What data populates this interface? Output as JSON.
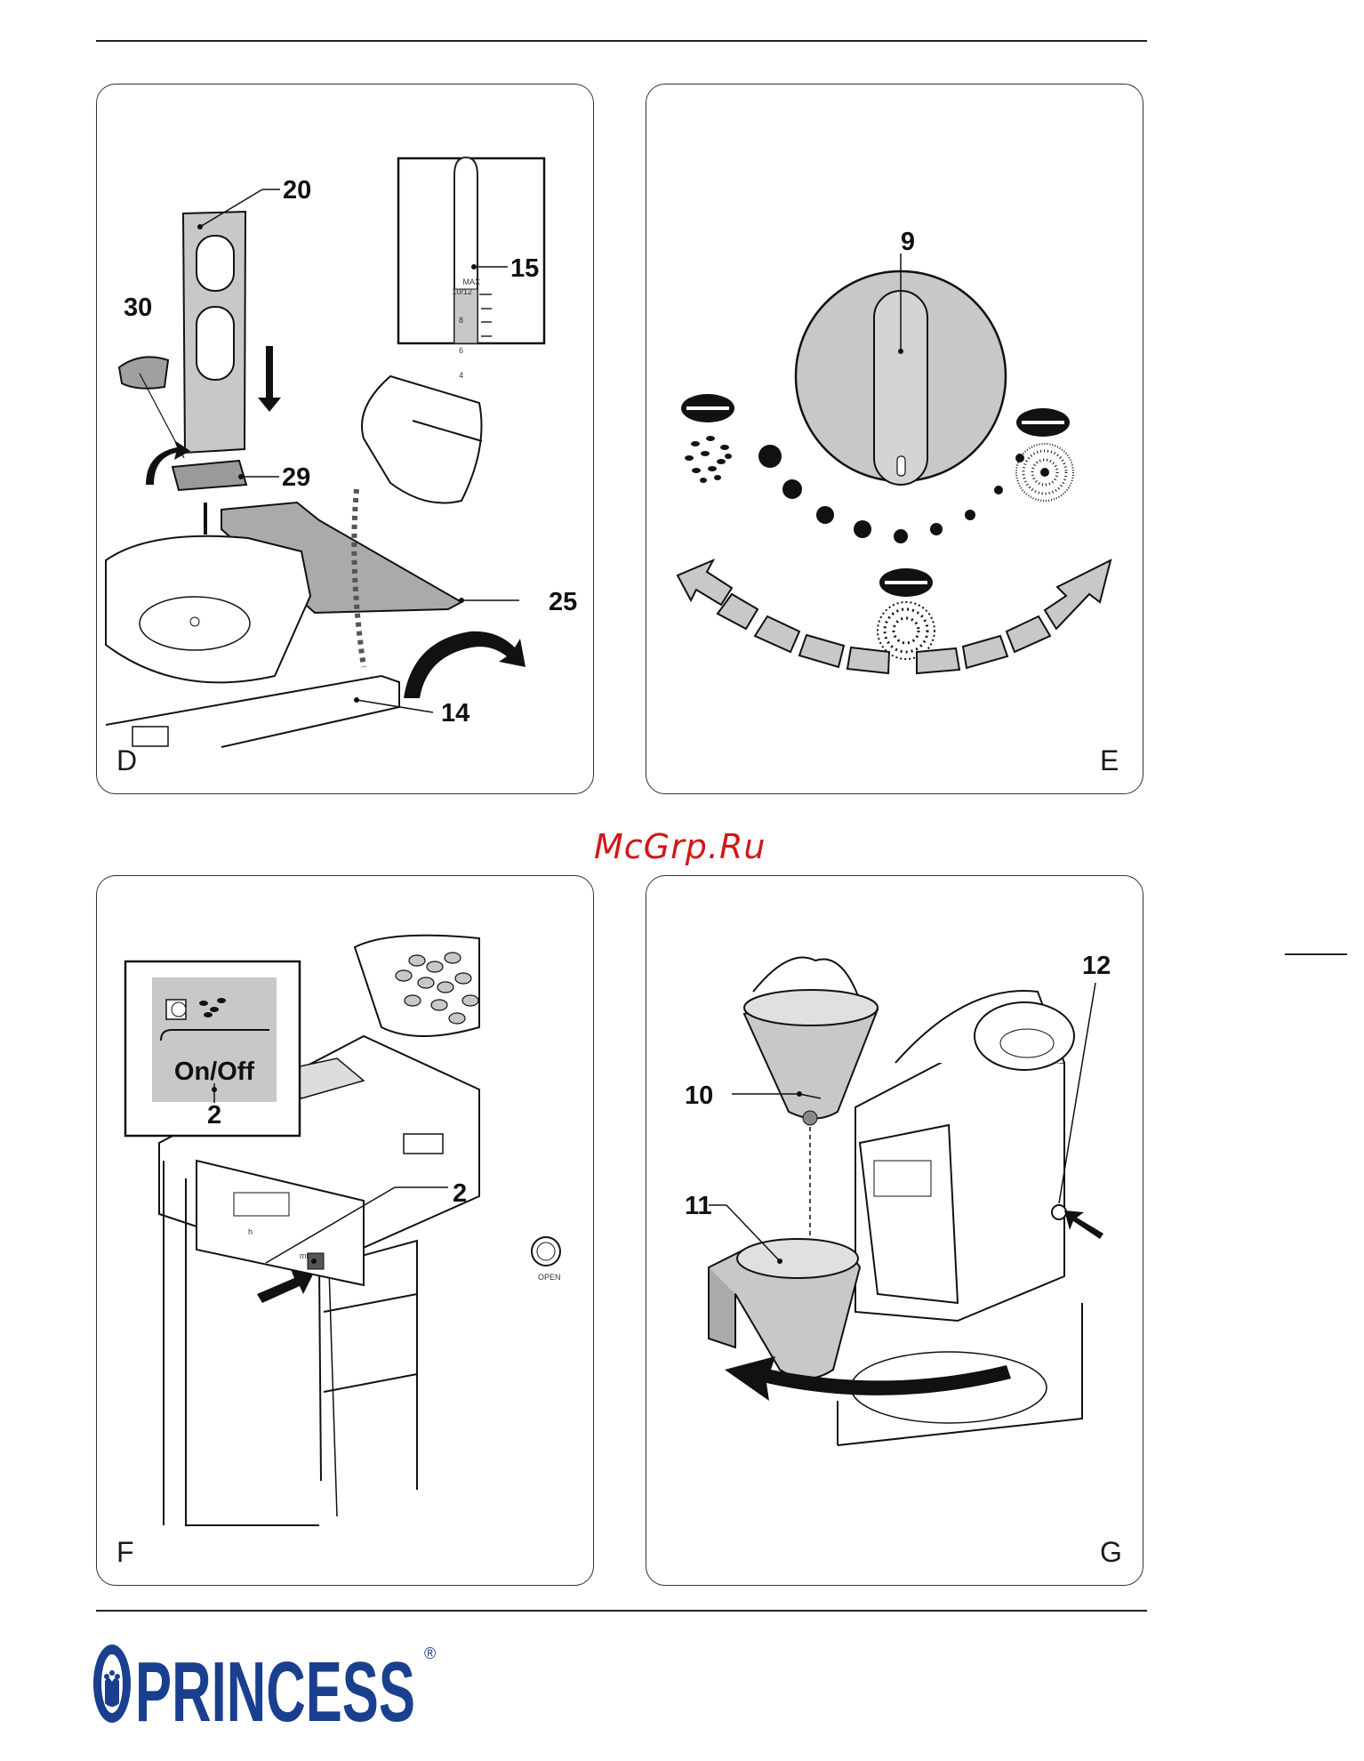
{
  "watermark": "McGrp.Ru",
  "brand": {
    "name": "PRINCESS",
    "registered": "®"
  },
  "panels": {
    "D": {
      "letter": "D",
      "callouts": [
        "20",
        "15",
        "30",
        "29",
        "25",
        "14"
      ],
      "scale": {
        "max": "MAX",
        "top": "10/12",
        "marks": [
          "8",
          "6",
          "4"
        ]
      }
    },
    "E": {
      "letter": "E",
      "callouts": [
        "9"
      ]
    },
    "F": {
      "letter": "F",
      "callouts": [
        "2",
        "2"
      ],
      "inset_label": "On/Off",
      "panel_labels": [
        "min",
        "h"
      ],
      "open_label": "OPEN"
    },
    "G": {
      "letter": "G",
      "callouts": [
        "12",
        "10",
        "11"
      ]
    }
  },
  "colors": {
    "watermark": "#d01818",
    "brand": "#1b3f8f",
    "panel_gray": "#c8c8c8"
  }
}
